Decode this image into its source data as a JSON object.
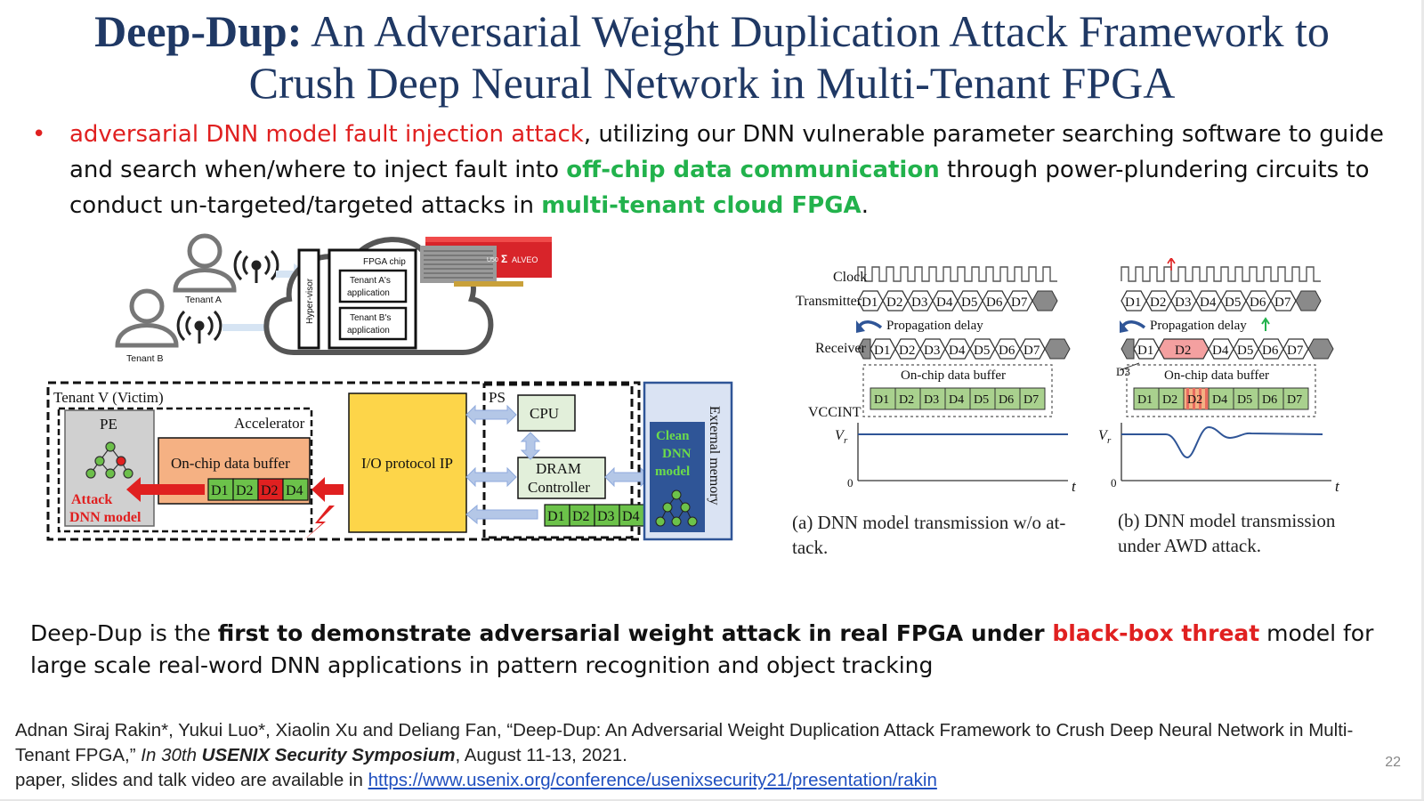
{
  "title": {
    "bold": "Deep-Dup:",
    "rest1": " An Adversarial Weight Duplication Attack Framework to",
    "line2": "Crush Deep Neural Network in Multi-Tenant FPGA"
  },
  "bullet": {
    "marker": "•",
    "red": "adversarial DNN model fault injection attack",
    "t1": ", utilizing our DNN vulnerable parameter searching software to guide and search when/where to inject fault into ",
    "g1": "off-chip data communication",
    "t2": " through power-plundering circuits to conduct un-targeted/targeted attacks in ",
    "g2": "multi-tenant cloud FPGA",
    "t3": "."
  },
  "cloud": {
    "tenant_a": "Tenant A",
    "tenant_b": "Tenant B",
    "hypervisor": "Hyper-visor",
    "fpga_chip": "FPGA chip",
    "app_a_1": "Tenant A's",
    "app_a_2": "application",
    "app_b_1": "Tenant B's",
    "app_b_2": "application",
    "card_brand": "ALVEO",
    "card_model": "U50"
  },
  "arch": {
    "tenant_v": "Tenant V (Victim)",
    "pe": "PE",
    "accelerator": "Accelerator",
    "buffer": "On-chip data buffer",
    "attack1": "Attack",
    "attack2": "DNN model",
    "io": "I/O protocol IP",
    "ps": "PS",
    "cpu": "CPU",
    "dram1": "DRAM",
    "dram2": "Controller",
    "ext_mem": "External memory",
    "clean1": "Clean",
    "clean2": "DNN",
    "clean3": "model",
    "buf_cells": [
      "D1",
      "D2",
      "D2",
      "D4"
    ],
    "ext_cells": [
      "D1",
      "D2",
      "D3",
      "D4"
    ]
  },
  "timing": {
    "clock": "Clock",
    "transmitter": "Transmitter",
    "receiver": "Receiver",
    "vccint": "VCCINT",
    "prop_delay": "Propagation delay",
    "buffer": "On-chip data buffer",
    "vr": "V",
    "vr_sub": "r",
    "zero": "0",
    "t": "t",
    "d3": "D3",
    "cells": [
      "D1",
      "D2",
      "D3",
      "D4",
      "D5",
      "D6",
      "D7"
    ],
    "b_buf_cells": [
      "D1",
      "D2",
      "D2",
      "D4",
      "D5",
      "D6",
      "D7"
    ],
    "b_recv_cells": [
      "D1",
      "D2",
      "D4",
      "D5",
      "D6",
      "D7"
    ],
    "caption_a1": "(a) DNN model transmission w/o at-",
    "caption_a2": "tack.",
    "caption_b1": "(b) DNN model transmission",
    "caption_b2": "under AWD attack."
  },
  "claim": {
    "t1": "Deep-Dup is the ",
    "b1": "first to demonstrate adversarial weight attack in real FPGA under ",
    "r1": "black-box threat",
    "t2": " model for large scale real-word DNN applications in pattern recognition and object tracking"
  },
  "citation": {
    "authors": "Adnan Siraj Rakin*, Yukui Luo*, Xiaolin Xu and Deliang Fan, “Deep-Dup: An Adversarial Weight Duplication Attack Framework to Crush Deep Neural Network in Multi-Tenant FPGA,” ",
    "venue_pre": "In 30th ",
    "venue": "USENIX Security Symposium",
    "date": ", August 11-13, 2021.",
    "avail": "paper, slides and talk video are available in ",
    "link": "https://www.usenix.org/conference/usenixsecurity21/presentation/rakin"
  },
  "page_number": "22",
  "colors": {
    "title": "#1f3864",
    "red": "#e02020",
    "green": "#22b24c",
    "link": "#1f4fbf"
  }
}
